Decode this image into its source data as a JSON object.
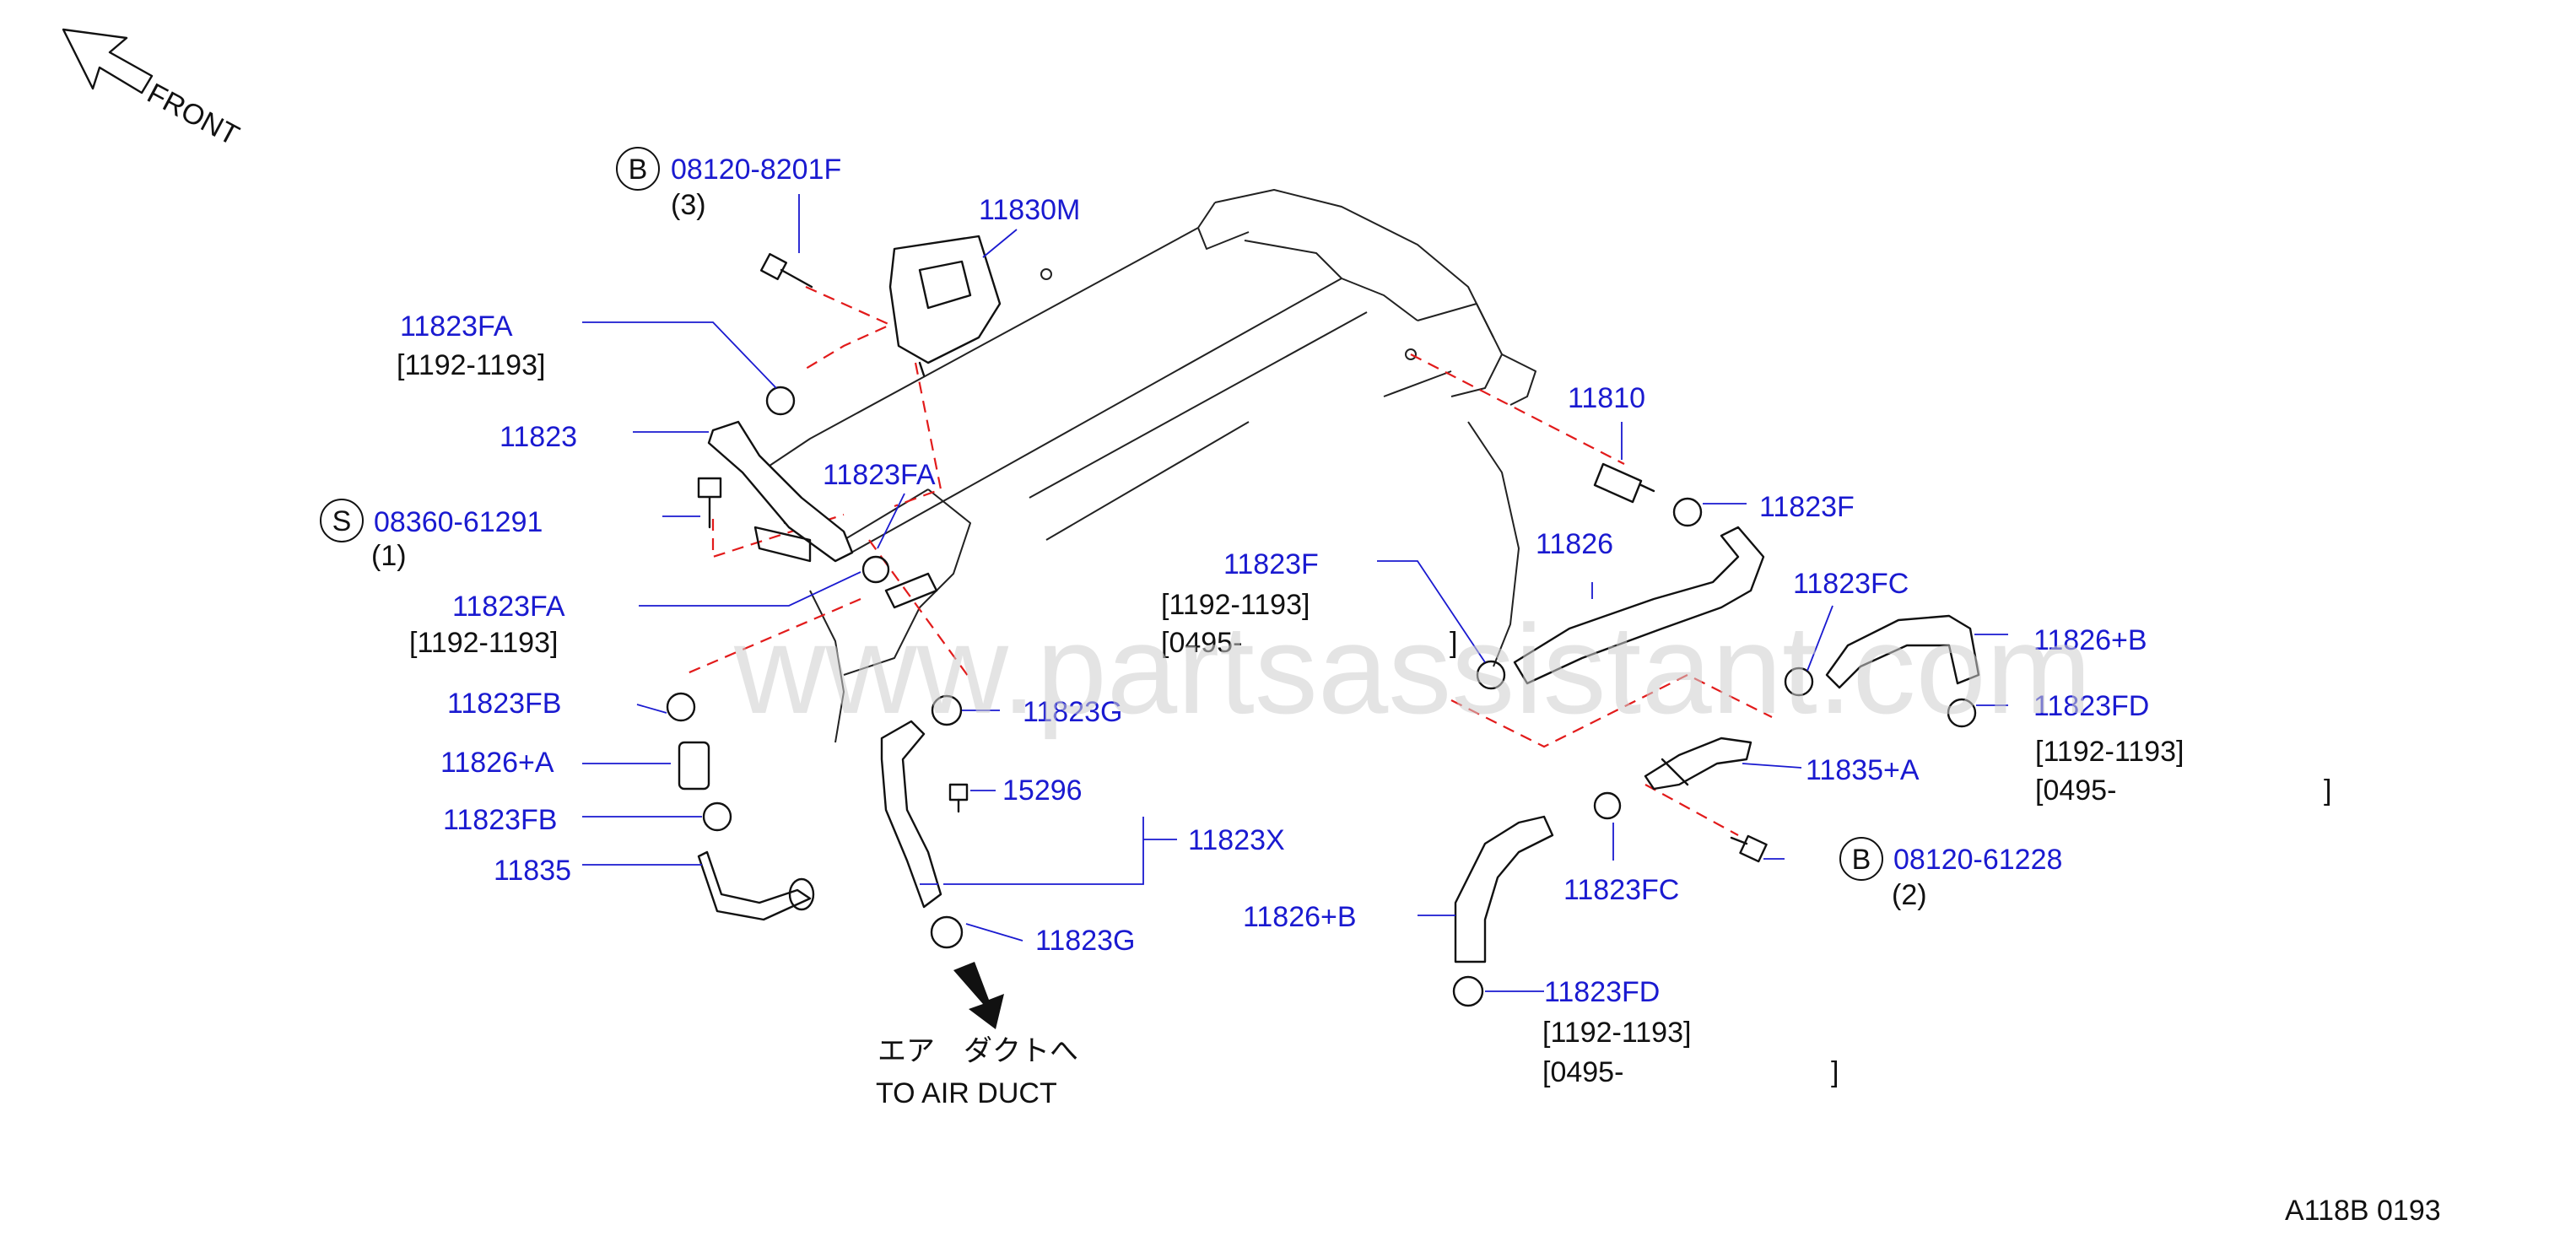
{
  "front": "FRONT",
  "watermark": "www.partsassistant.com",
  "footer_code": "A118B   0193",
  "to_air_duct": {
    "jp": "エア　ダクトへ",
    "en": "TO  AIR  DUCT"
  },
  "parts": {
    "b1": {
      "circle": "B",
      "code": "08120-8201F",
      "qty": "(3)"
    },
    "p11830m": "11830M",
    "fa_top": {
      "code": "11823FA",
      "date": "[1192-1193]"
    },
    "p11823": "11823",
    "fa_mid": "11823FA",
    "s1": {
      "circle": "S",
      "code": "08360-61291",
      "qty": "(1)"
    },
    "fa_low": {
      "code": "11823FA",
      "date": "[1192-1193]"
    },
    "fb1": "11823FB",
    "p11826a": "11826+A",
    "fb2": "11823FB",
    "p11835": "11835",
    "g1": "11823G",
    "p15296": "15296",
    "p11823x": "11823X",
    "g2": "11823G",
    "p11810": "11810",
    "f_right": "11823F",
    "p11826": "11826",
    "f_mid": {
      "code": "11823F",
      "date1": "[1192-1193]",
      "date2": "[0495-",
      "close": "]"
    },
    "fc_top": "11823FC",
    "p11826b_r": "11826+B",
    "fd_r": {
      "code": "11823FD",
      "date1": "[1192-1193]",
      "date2": "[0495-",
      "close": "]"
    },
    "p11835a": "11835+A",
    "b2": {
      "circle": "B",
      "code": "08120-61228",
      "qty": "(2)"
    },
    "fc_low": "11823FC",
    "p11826b_l": "11826+B",
    "fd_l": {
      "code": "11823FD",
      "date1": "[1192-1193]",
      "date2": "[0495-",
      "close": "]"
    }
  },
  "colors": {
    "label": "#1a1ad0",
    "dashed_line": "#e21b1b",
    "text": "#111111"
  }
}
